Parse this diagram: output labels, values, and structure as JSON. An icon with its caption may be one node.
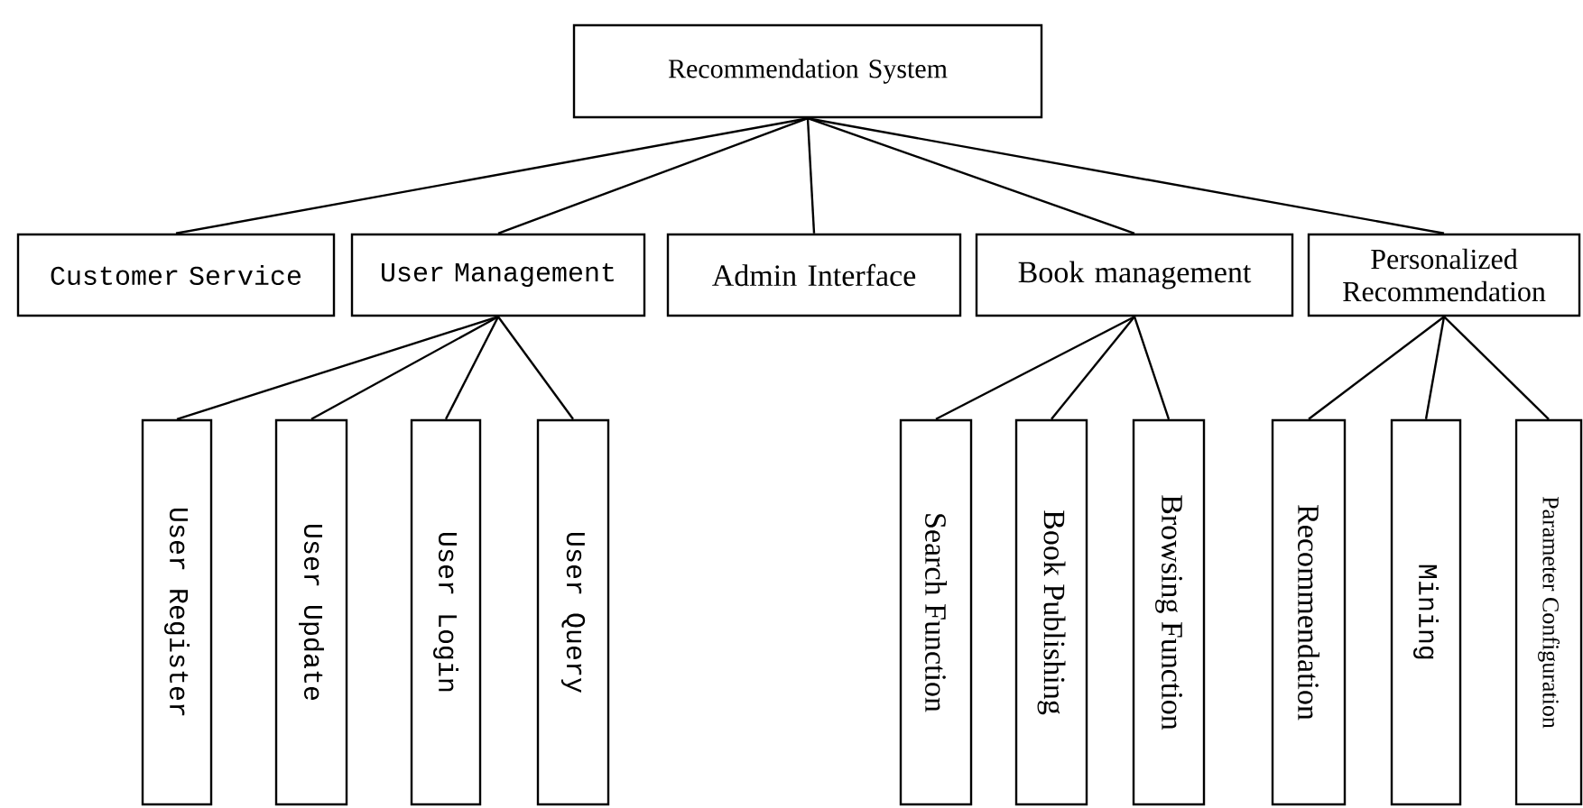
{
  "diagram": {
    "nodes": [
      {
        "text": [
          "Recommendation System"
        ]
      },
      {
        "text": [
          "Customer Service"
        ]
      },
      {
        "text": [
          "User Management"
        ]
      },
      {
        "text": [
          "Admin Interface"
        ]
      },
      {
        "text": [
          "Book management"
        ]
      },
      {
        "text": [
          "Personalized Recommendation"
        ]
      },
      {
        "text": [
          "User Register"
        ]
      },
      {
        "text": [
          "User Update"
        ]
      },
      {
        "text": [
          "User Login"
        ]
      },
      {
        "text": [
          "User Query"
        ]
      },
      {
        "text": [
          "Search Function"
        ]
      },
      {
        "text": [
          "Book Publishing"
        ]
      },
      {
        "text": [
          "Browsing Function"
        ]
      },
      {
        "text": [
          "Recommendation"
        ]
      },
      {
        "text": [
          "Mining"
        ]
      },
      {
        "text": [
          "Parameter Configuration"
        ]
      }
    ],
    "edges": [
      {
        "from": 0,
        "to": 1,
        "arrow": "none"
      },
      {
        "from": 0,
        "to": 2,
        "arrow": "none"
      },
      {
        "from": 0,
        "to": 3,
        "arrow": "none"
      },
      {
        "from": 0,
        "to": 4,
        "arrow": "none"
      },
      {
        "from": 0,
        "to": 5,
        "arrow": "none"
      },
      {
        "from": 2,
        "to": 6,
        "arrow": "none"
      },
      {
        "from": 2,
        "to": 7,
        "arrow": "none"
      },
      {
        "from": 2,
        "to": 8,
        "arrow": "none"
      },
      {
        "from": 2,
        "to": 9,
        "arrow": "none"
      },
      {
        "from": 4,
        "to": 10,
        "arrow": "none"
      },
      {
        "from": 4,
        "to": 11,
        "arrow": "none"
      },
      {
        "from": 4,
        "to": 12,
        "arrow": "none"
      },
      {
        "from": 5,
        "to": 13,
        "arrow": "none"
      },
      {
        "from": 5,
        "to": 14,
        "arrow": "none"
      },
      {
        "from": 5,
        "to": 15,
        "arrow": "none"
      }
    ]
  }
}
